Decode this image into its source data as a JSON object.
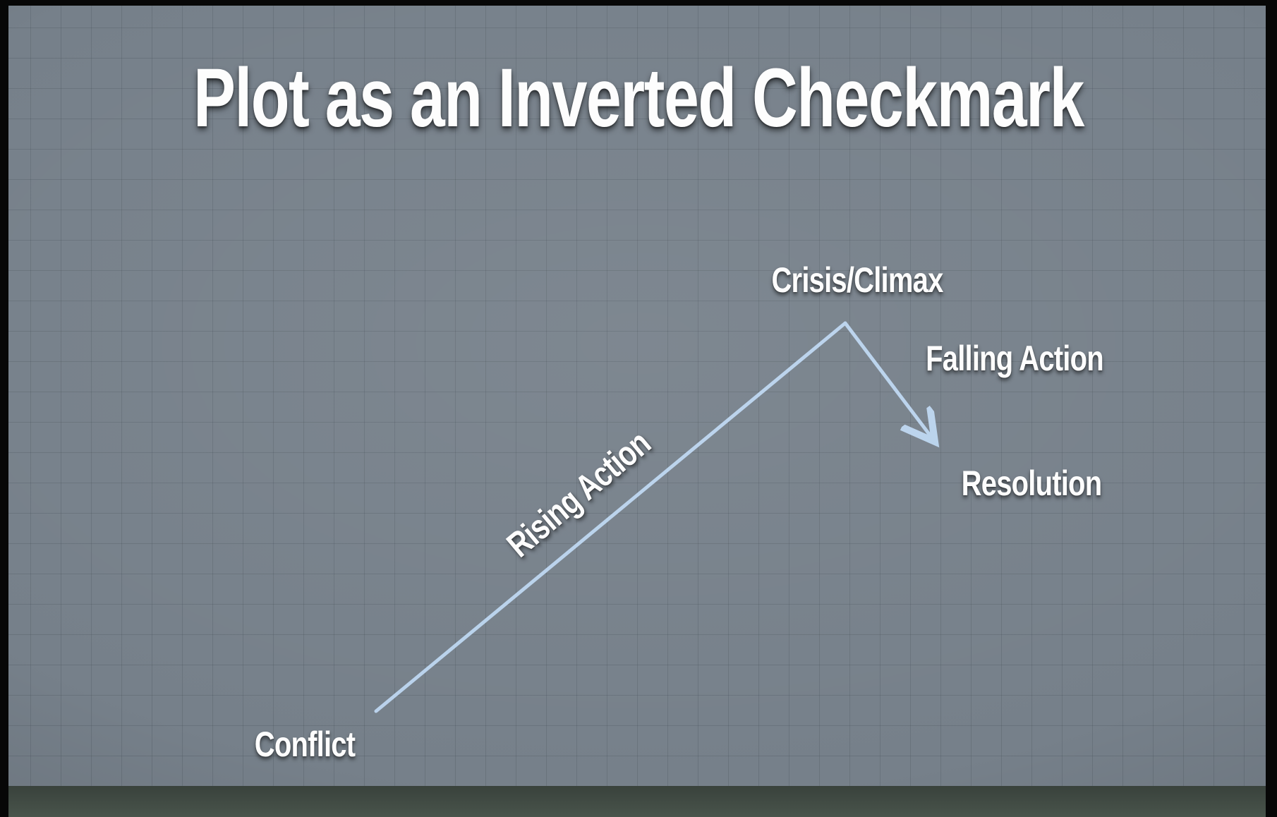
{
  "slide": {
    "title": "Plot as an Inverted Checkmark",
    "labels": {
      "crisis": "Crisis/Climax",
      "falling_action": "Falling Action",
      "resolution": "Resolution",
      "rising_action": "Rising Action",
      "conflict": "Conflict"
    },
    "colors": {
      "background": "#76808a",
      "line": "#b9d2ec",
      "text": "#fdfdfd",
      "bottom_bar": "#414a44",
      "frame": "#070707"
    }
  }
}
